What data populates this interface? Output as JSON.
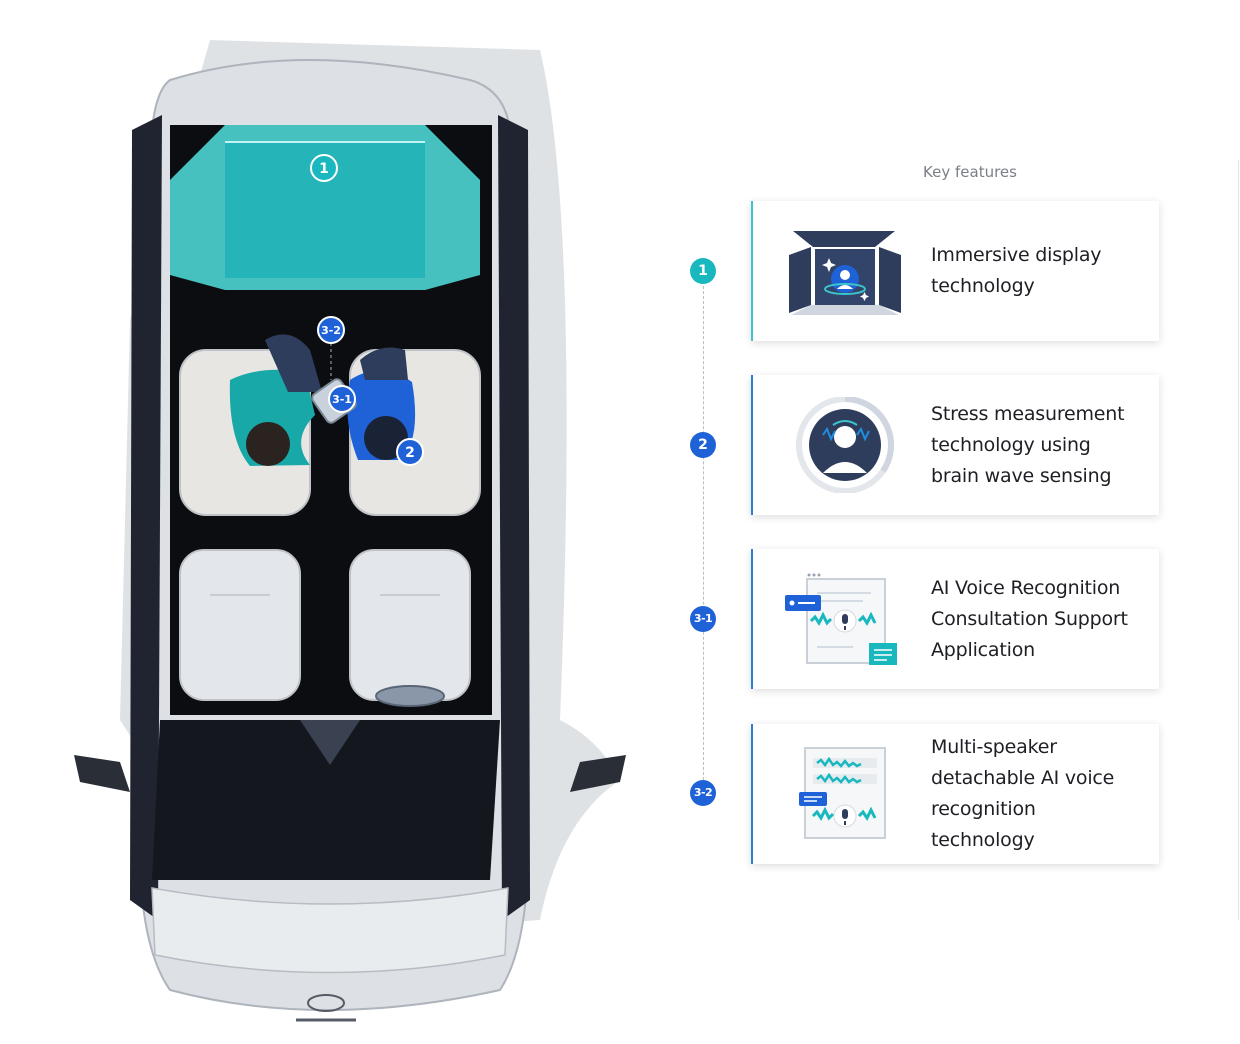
{
  "panel": {
    "title": "Key features"
  },
  "colors": {
    "teal": "#19b7be",
    "blue": "#1f62d8",
    "navy": "#2e3d5c",
    "card_text": "#1d1f24"
  },
  "features": [
    {
      "marker": "1",
      "label": "Immersive display\ntechnology",
      "icon": "immersive-display-icon"
    },
    {
      "marker": "2",
      "label": "Stress measurement\ntechnology using\nbrain wave sensing",
      "icon": "brain-wave-icon"
    },
    {
      "marker": "3-1",
      "label": "AI Voice Recognition\nConsultation Support\nApplication",
      "icon": "voice-consultation-icon"
    },
    {
      "marker": "3-2",
      "label": "Multi-speaker\ndetachable AI voice\nrecognition technology",
      "icon": "multi-speaker-icon"
    }
  ]
}
